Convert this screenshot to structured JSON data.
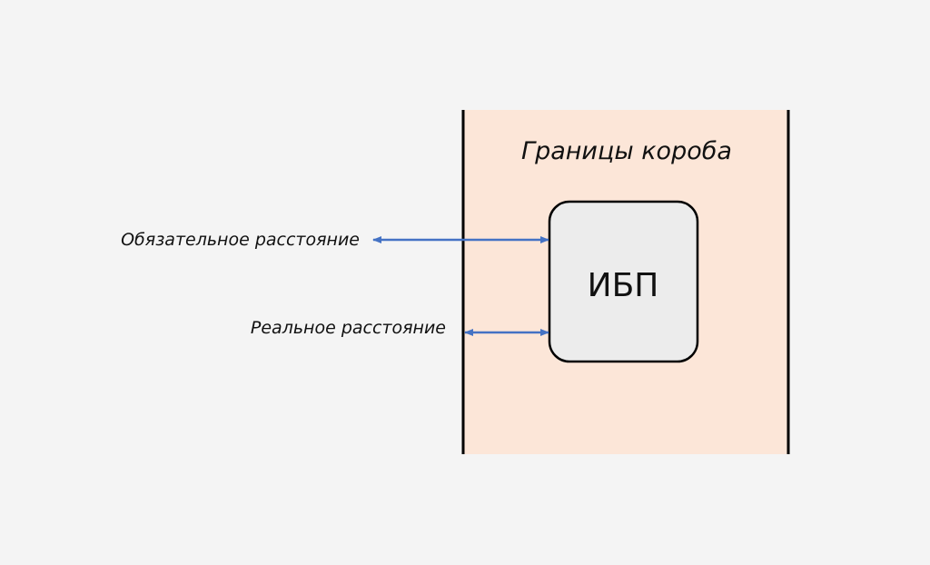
{
  "diagram": {
    "box_bounds_label": "Границы короба",
    "device_label": "ИБП",
    "required_distance_label": "Обязательное расстояние",
    "actual_distance_label": "Реальное расстояние"
  },
  "colors": {
    "background": "#f4f4f4",
    "box_fill": "#fce6d8",
    "wall_stroke": "#000000",
    "device_fill": "#ececec",
    "device_stroke": "#000000",
    "arrow": "#4472c4",
    "text": "#111111"
  }
}
